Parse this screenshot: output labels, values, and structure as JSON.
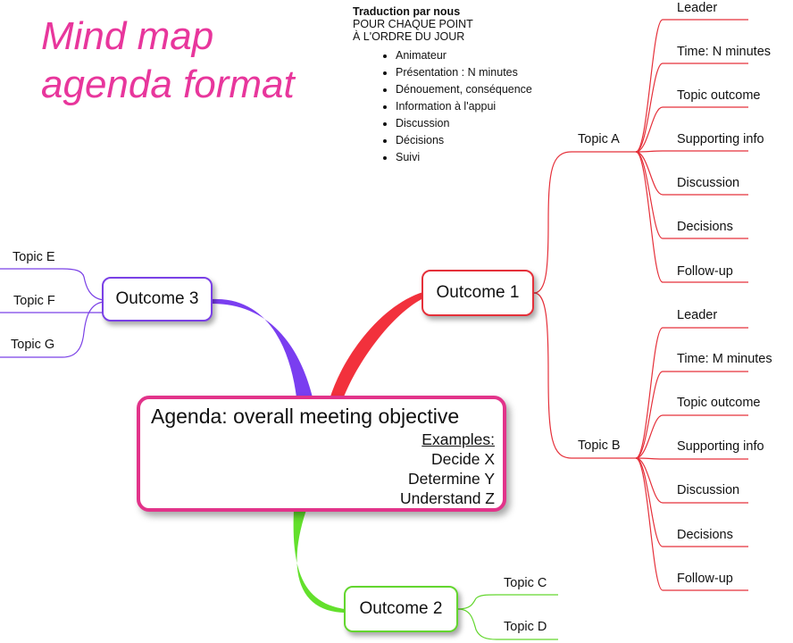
{
  "title": {
    "line1": "Mind map",
    "line2": "agenda format"
  },
  "note": {
    "heading": "Traduction par nous",
    "line2": "POUR CHAQUE  POINT",
    "line3": "À L'ORDRE DU JOUR",
    "items": [
      "Animateur",
      "Présentation : N minutes",
      "Dénouement, conséquence",
      "Information à l'appui",
      "Discussion",
      "Décisions",
      "Suivi"
    ]
  },
  "central": {
    "label": "Agenda: overall meeting objective",
    "examples_heading": "Examples:",
    "examples": [
      "Decide X",
      "Determine Y",
      "Understand Z"
    ]
  },
  "outcomes": {
    "o1": "Outcome 1",
    "o2": "Outcome 2",
    "o3": "Outcome 3"
  },
  "topics": {
    "a": "Topic A",
    "b": "Topic B",
    "c": "Topic C",
    "d": "Topic D",
    "e": "Topic E",
    "f": "Topic F",
    "g": "Topic G"
  },
  "topic_a_items": [
    "Leader",
    "Time: N minutes",
    "Topic outcome",
    "Supporting info",
    "Discussion",
    "Decisions",
    "Follow-up"
  ],
  "topic_b_items": [
    "Leader",
    "Time: M minutes",
    "Topic outcome",
    "Supporting info",
    "Discussion",
    "Decisions",
    "Follow-up"
  ],
  "colors": {
    "title": "#e8369c",
    "central": "#e2338a",
    "outcome1": "#e5303a",
    "outcome2": "#63d62e",
    "outcome3": "#7a40e6"
  }
}
